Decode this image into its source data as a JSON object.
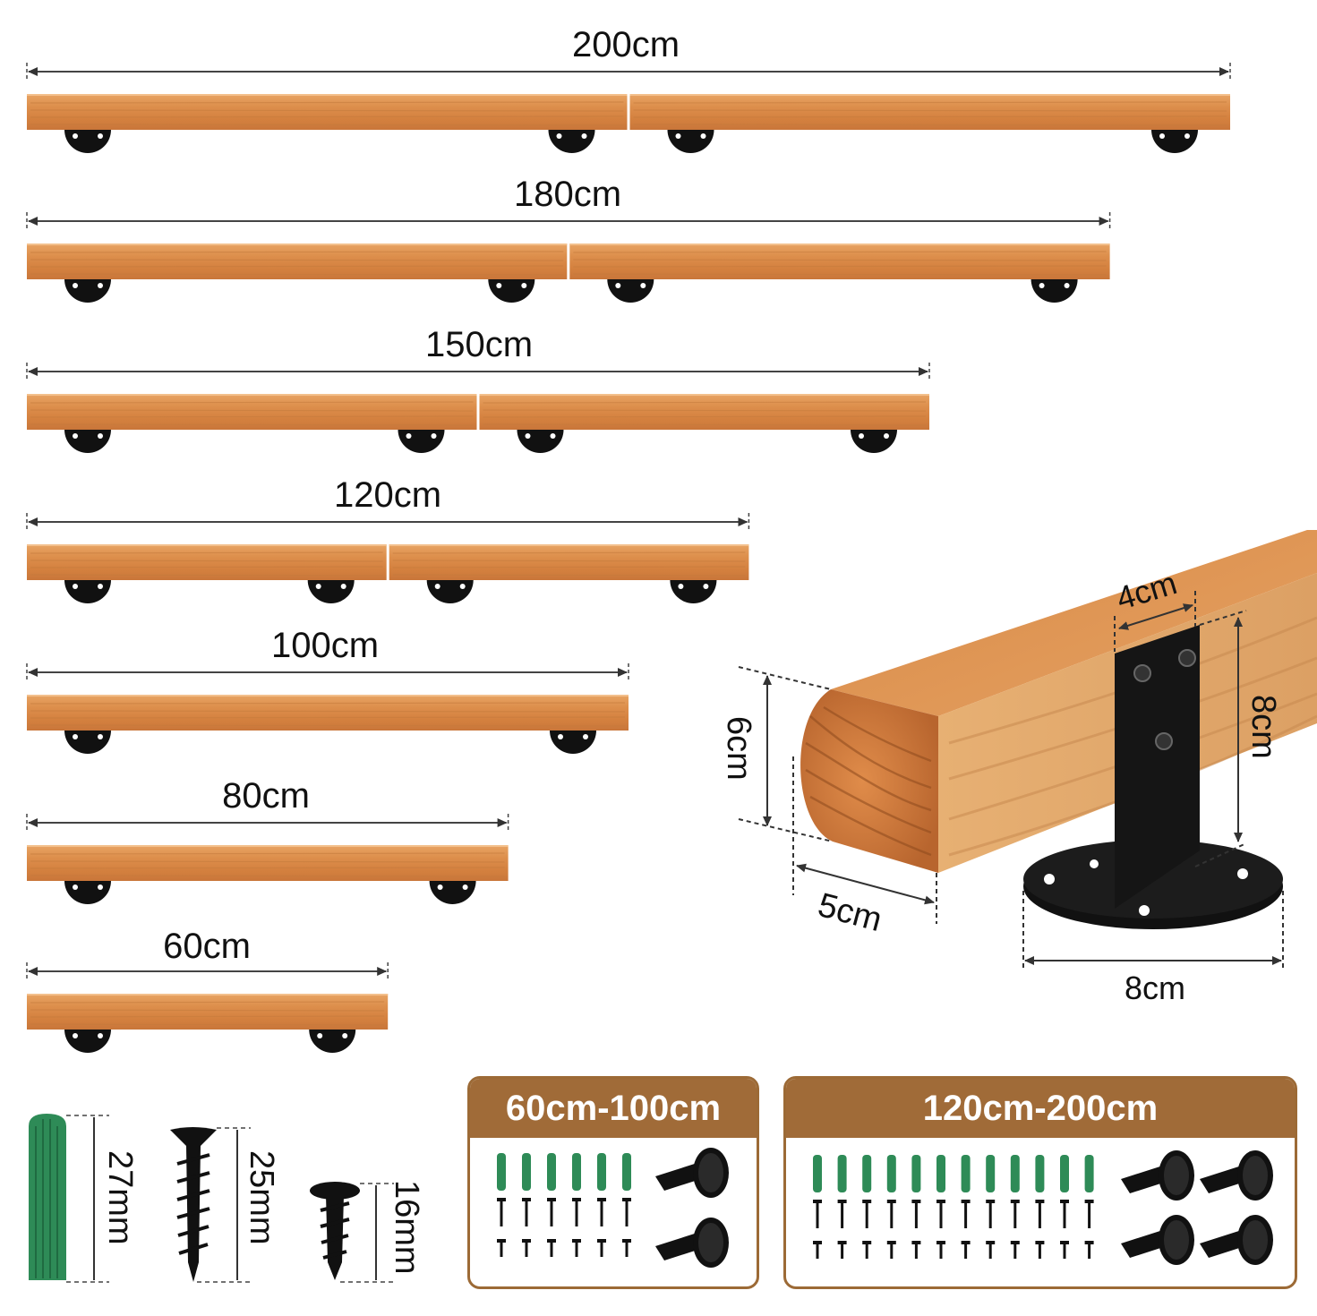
{
  "rails": [
    {
      "label": "200cm",
      "length_cm": 200,
      "segments": 2
    },
    {
      "label": "180cm",
      "length_cm": 180,
      "segments": 2
    },
    {
      "label": "150cm",
      "length_cm": 150,
      "segments": 2
    },
    {
      "label": "120cm",
      "length_cm": 120,
      "segments": 2
    },
    {
      "label": "100cm",
      "length_cm": 100,
      "segments": 1
    },
    {
      "label": "80cm",
      "length_cm": 80,
      "segments": 1
    },
    {
      "label": "60cm",
      "length_cm": 60,
      "segments": 1
    }
  ],
  "closeup": {
    "width_label": "4cm",
    "height_label": "6cm",
    "depth_label": "5cm",
    "bracket_height_label": "8cm",
    "base_diameter_label": "8cm"
  },
  "hardware": {
    "anchor_label": "27mm",
    "long_screw_label": "25mm",
    "short_screw_label": "16mm"
  },
  "kits": [
    {
      "title": "60cm-100cm",
      "anchors": 6,
      "brackets": 2
    },
    {
      "title": "120cm-200cm",
      "anchors": 12,
      "brackets": 4
    }
  ],
  "colors": {
    "wood": "#d98a45",
    "wood_light": "#e9a566",
    "bracket": "#111111",
    "anchor": "#2e8b57",
    "kit_header": "#a06b38"
  }
}
